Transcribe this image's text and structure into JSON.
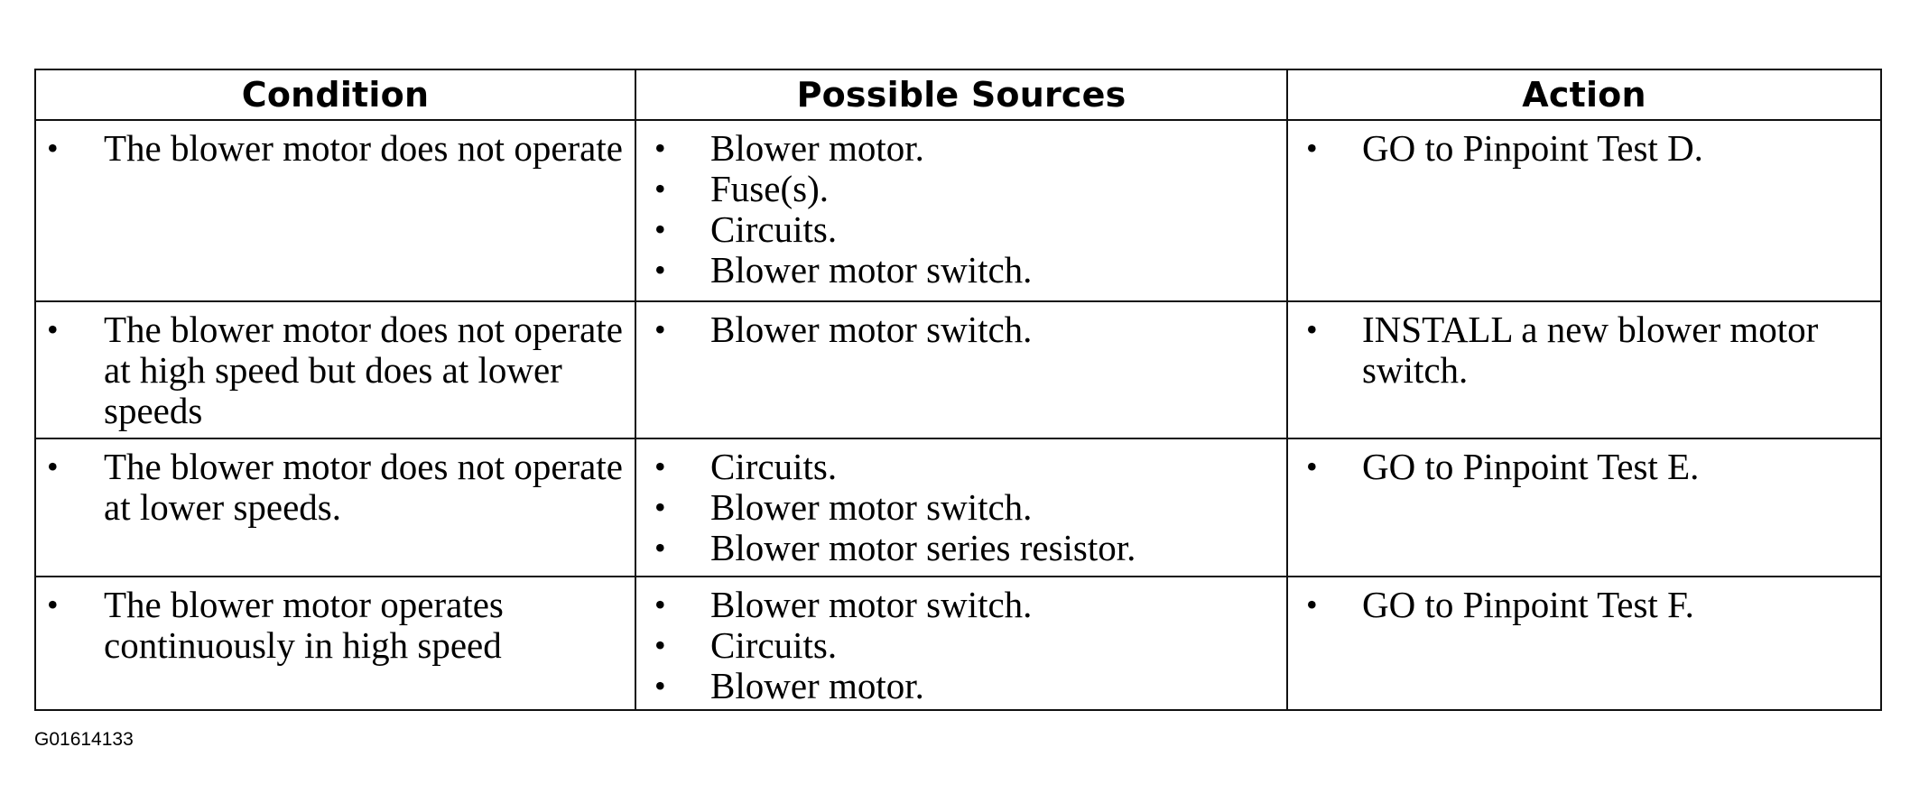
{
  "table": {
    "headers": {
      "condition": "Condition",
      "sources": "Possible Sources",
      "action": "Action"
    },
    "rows": [
      {
        "condition": [
          "The blower motor does not operate"
        ],
        "sources": [
          "Blower motor.",
          "Fuse(s).",
          "Circuits.",
          "Blower motor switch."
        ],
        "action": [
          "GO to Pinpoint Test D."
        ]
      },
      {
        "condition": [
          "The blower motor does not operate at high speed but does at lower speeds"
        ],
        "sources": [
          "Blower motor switch."
        ],
        "action": [
          "INSTALL a new blower motor switch."
        ]
      },
      {
        "condition": [
          "The blower motor does not operate at lower speeds."
        ],
        "sources": [
          "Circuits.",
          "Blower motor switch.",
          "Blower motor series resistor."
        ],
        "action": [
          "GO to Pinpoint Test E."
        ]
      },
      {
        "condition": [
          "The blower motor operates continuously in high speed"
        ],
        "sources": [
          "Blower motor switch.",
          "Circuits.",
          "Blower motor."
        ],
        "action": [
          "GO to Pinpoint Test F."
        ]
      }
    ]
  },
  "bullet_glyph": "•",
  "figure_id": "G01614133"
}
